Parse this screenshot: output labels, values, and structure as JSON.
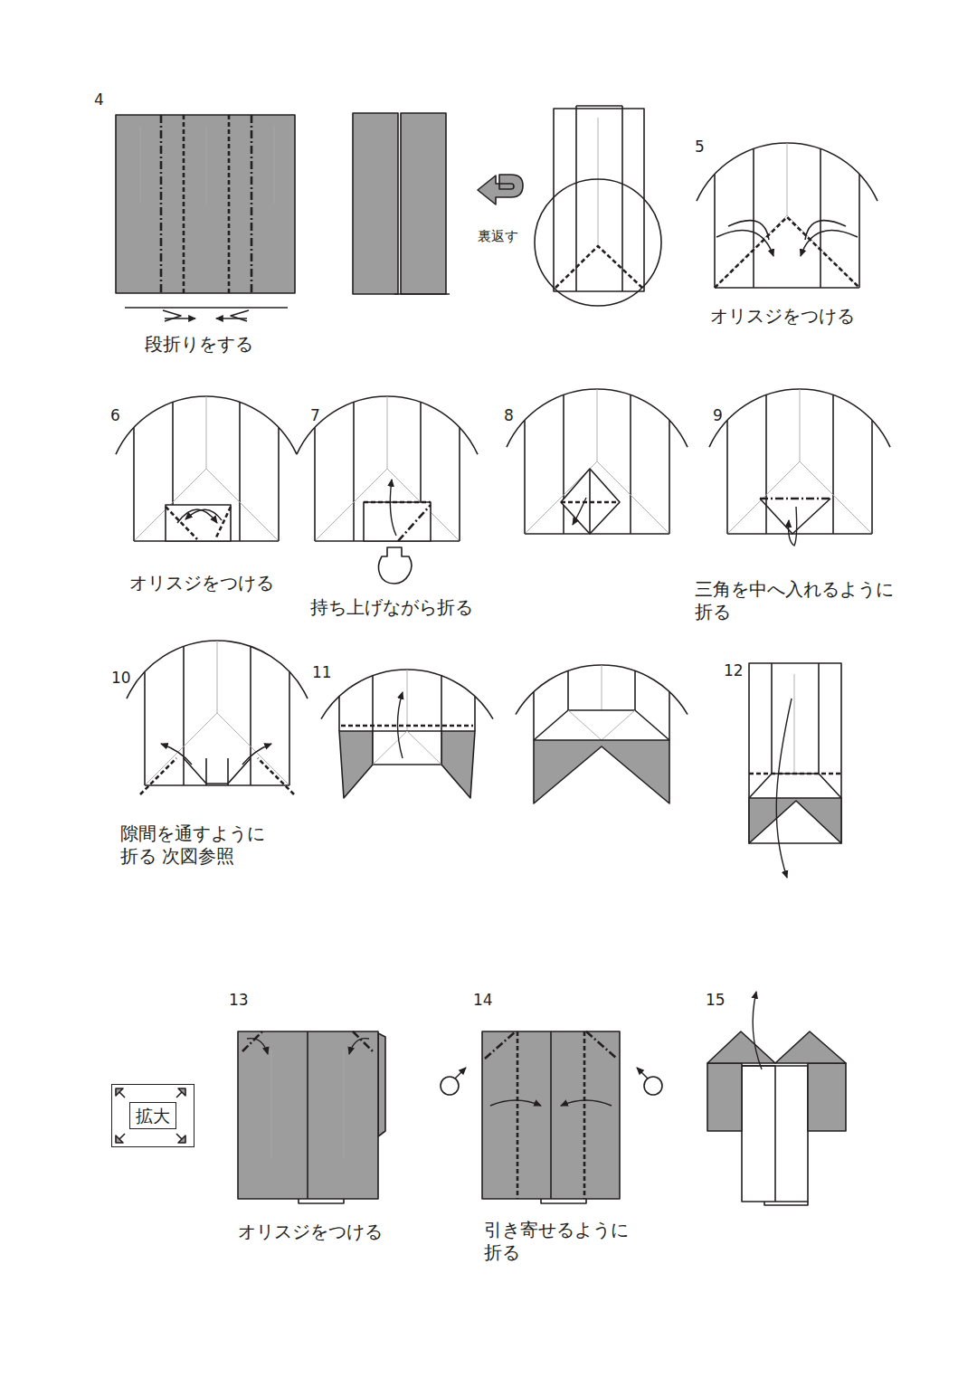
{
  "diagram": {
    "nodes": [
      {
        "text": [
          "拡大"
        ]
      }
    ],
    "labels": [
      "4",
      "段折りをする",
      "裏返す",
      "5",
      "オリスジをつける",
      "6",
      "オリスジをつける",
      "7",
      "持ち上げながら折る",
      "8",
      "9",
      "三角を中へ入れるように 折る",
      "10",
      "隙間を通すように 折る 次図参照",
      "11",
      "12",
      "13",
      "オリスジをつける",
      "14",
      "引き寄せるように 折る",
      "15"
    ]
  }
}
